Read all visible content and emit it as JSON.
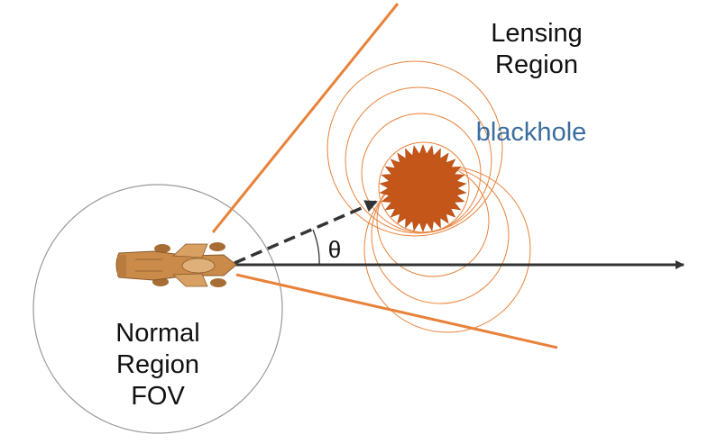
{
  "labels": {
    "lensing_region": [
      "Lensing",
      "Region"
    ],
    "blackhole": "blackhole",
    "normal_region": [
      "Normal",
      "Region",
      "FOV"
    ],
    "angle": "θ"
  },
  "colors": {
    "fov_line": "#e8823a",
    "lensing_rings": "#e8823a",
    "blackhole_fill": "#c5561a",
    "blackhole_label": "#3b6e9e",
    "axis_arrow": "#333333",
    "normal_circle": "#999999",
    "vehicle": "#c98a4a"
  },
  "icons": {
    "vehicle": "car-top-view-icon",
    "blackhole": "starburst-icon"
  }
}
